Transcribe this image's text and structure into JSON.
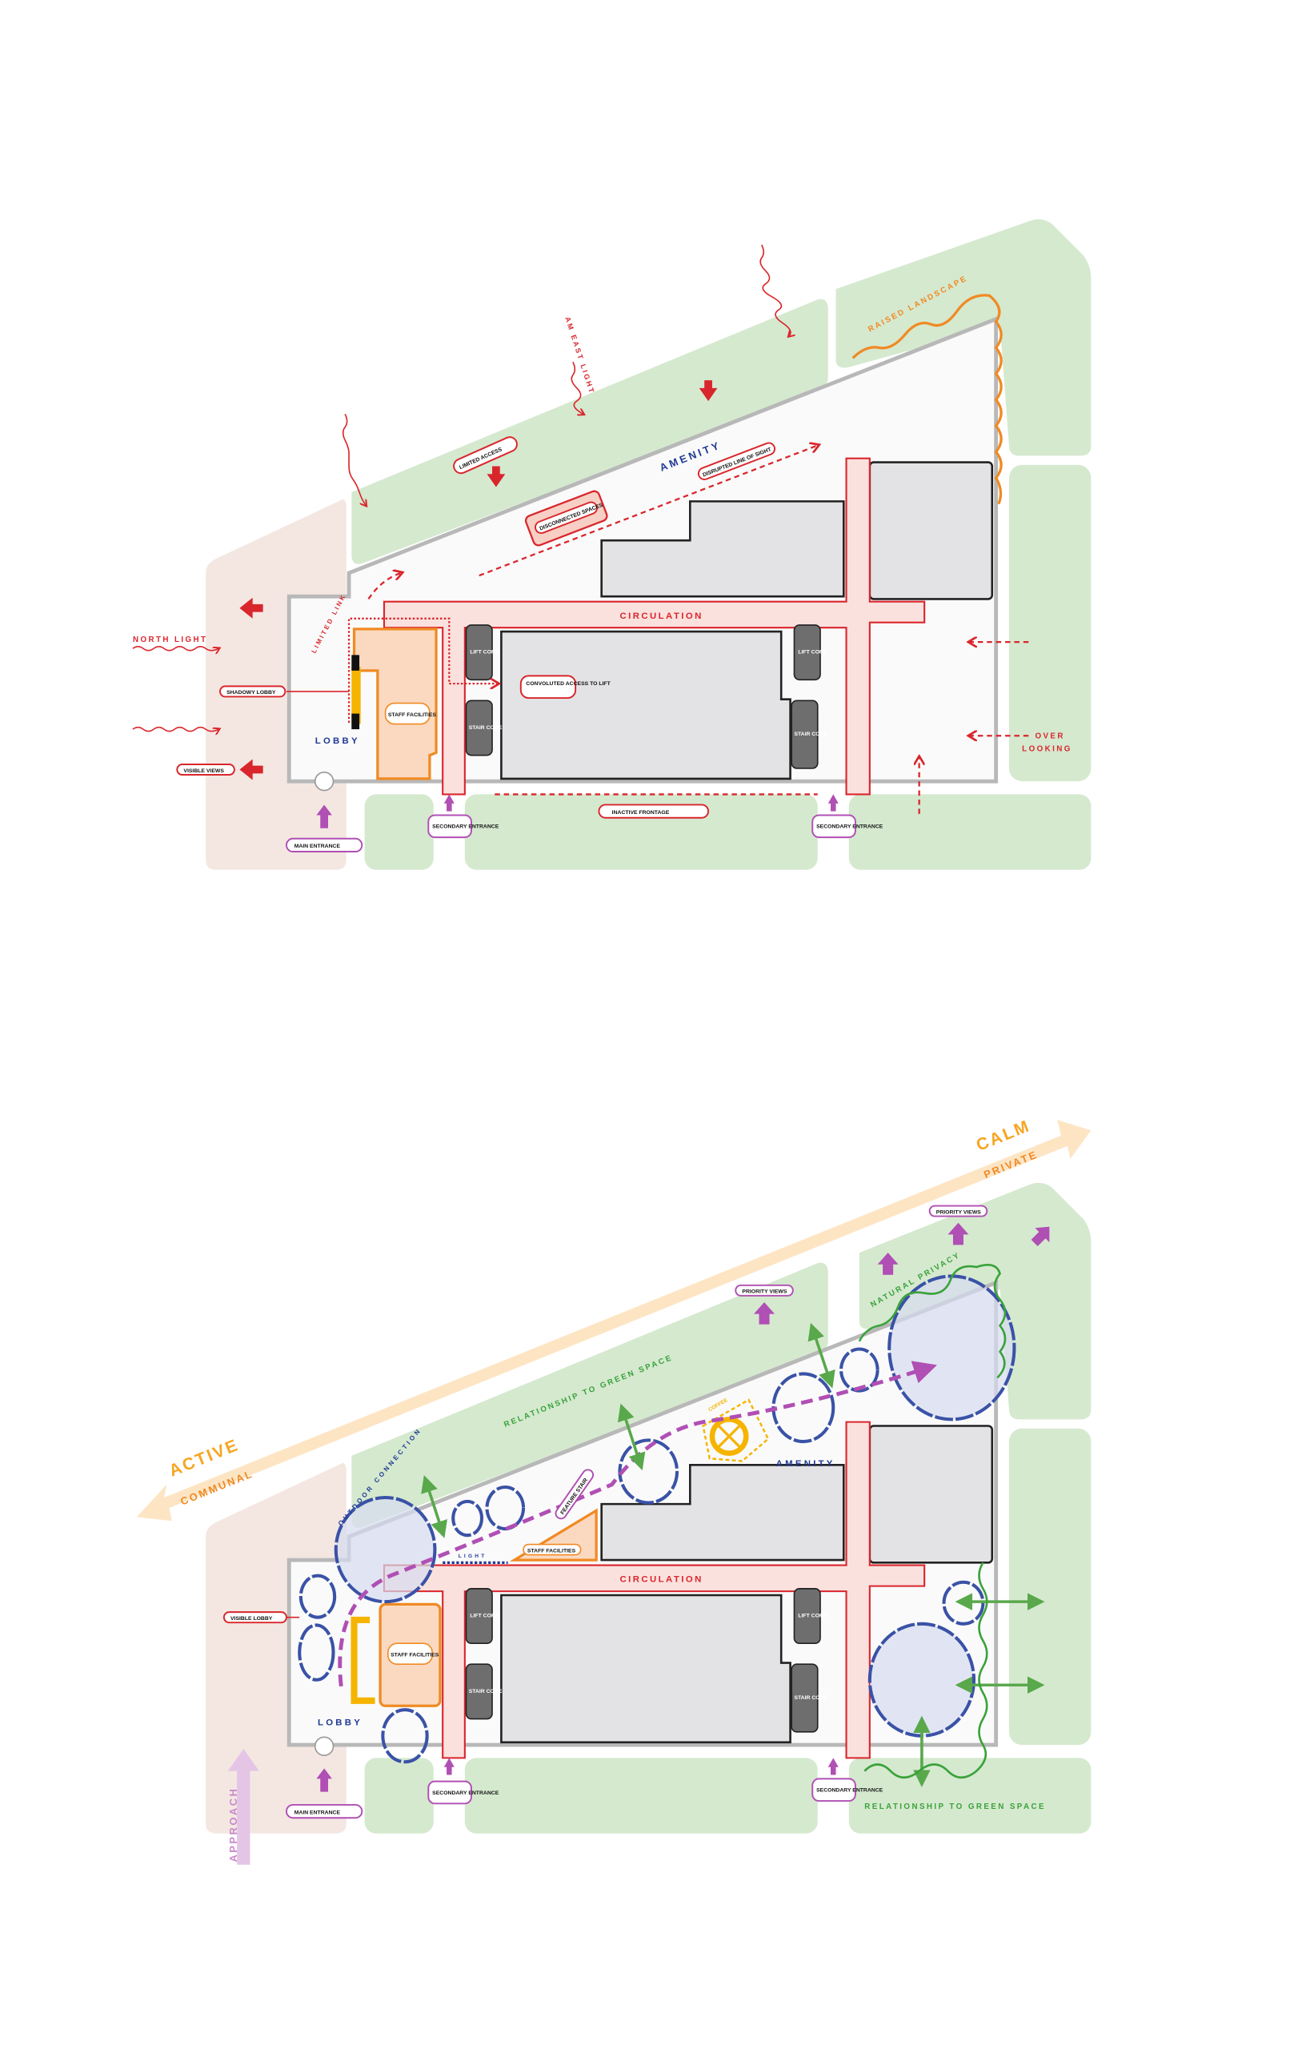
{
  "top_diagram": {
    "labels": {
      "north_light": "NORTH LIGHT",
      "am_east_light": "AM EAST LIGHT",
      "raised_landscape": "RAISED LANDSCAPE",
      "limited_access": "LIMITED ACCESS",
      "disconnected_spaces": "DISCONNECTED SPACES",
      "disrupted_line": "DISRUPTED LINE OF SIGHT",
      "amenity": "AMENITY",
      "circulation": "CIRCULATION",
      "lobby": "LOBBY",
      "limited_link": "LIMITED LINK",
      "staff_facilities": "STAFF FACILITIES",
      "lift_core": "LIFT CORE",
      "stair_core": "STAIR CORE",
      "convoluted_access": "CONVOLUTED ACCESS TO LIFT",
      "shadowy_lobby": "SHADOWY LOBBY",
      "visible_views": "VISIBLE VIEWS",
      "inactive_frontage": "INACTIVE FRONTAGE",
      "secondary_entrance": "SECONDARY ENTRANCE",
      "main_entrance": "MAIN ENTRANCE",
      "overlooking_1": "OVER",
      "overlooking_2": "LOOKING"
    }
  },
  "bottom_diagram": {
    "labels": {
      "active": "ACTIVE",
      "communal": "COMMUNAL",
      "calm": "CALM",
      "private": "PRIVATE",
      "approach": "APPROACH",
      "priority_views": "PRIORITY VIEWS",
      "natural_privacy": "NATURAL PRIVACY",
      "relationship_green": "RELATIONSHIP TO GREEN SPACE",
      "amenity": "AMENITY",
      "circulation": "CIRCULATION",
      "lobby": "LOBBY",
      "outdoor_connection": "OUTDOOR CONNECTION",
      "light": "LIGHT",
      "feature_stair": "FEATURE STAIR",
      "staff_facilities": "STAFF FACILITIES",
      "lift_core": "LIFT CORE",
      "stair_core": "STAIR CORE",
      "visible_lobby": "VISIBLE LOBBY",
      "secondary_entrance": "SECONDARY ENTRANCE",
      "main_entrance": "MAIN ENTRANCE",
      "coffee": "COFFEE"
    }
  },
  "colors": {
    "red": "#d9262c",
    "green": "#d5e9cf",
    "blue": "#3a52a6",
    "orange": "#f08a24",
    "purple": "#b04fb4",
    "yellow": "#f5b400"
  }
}
